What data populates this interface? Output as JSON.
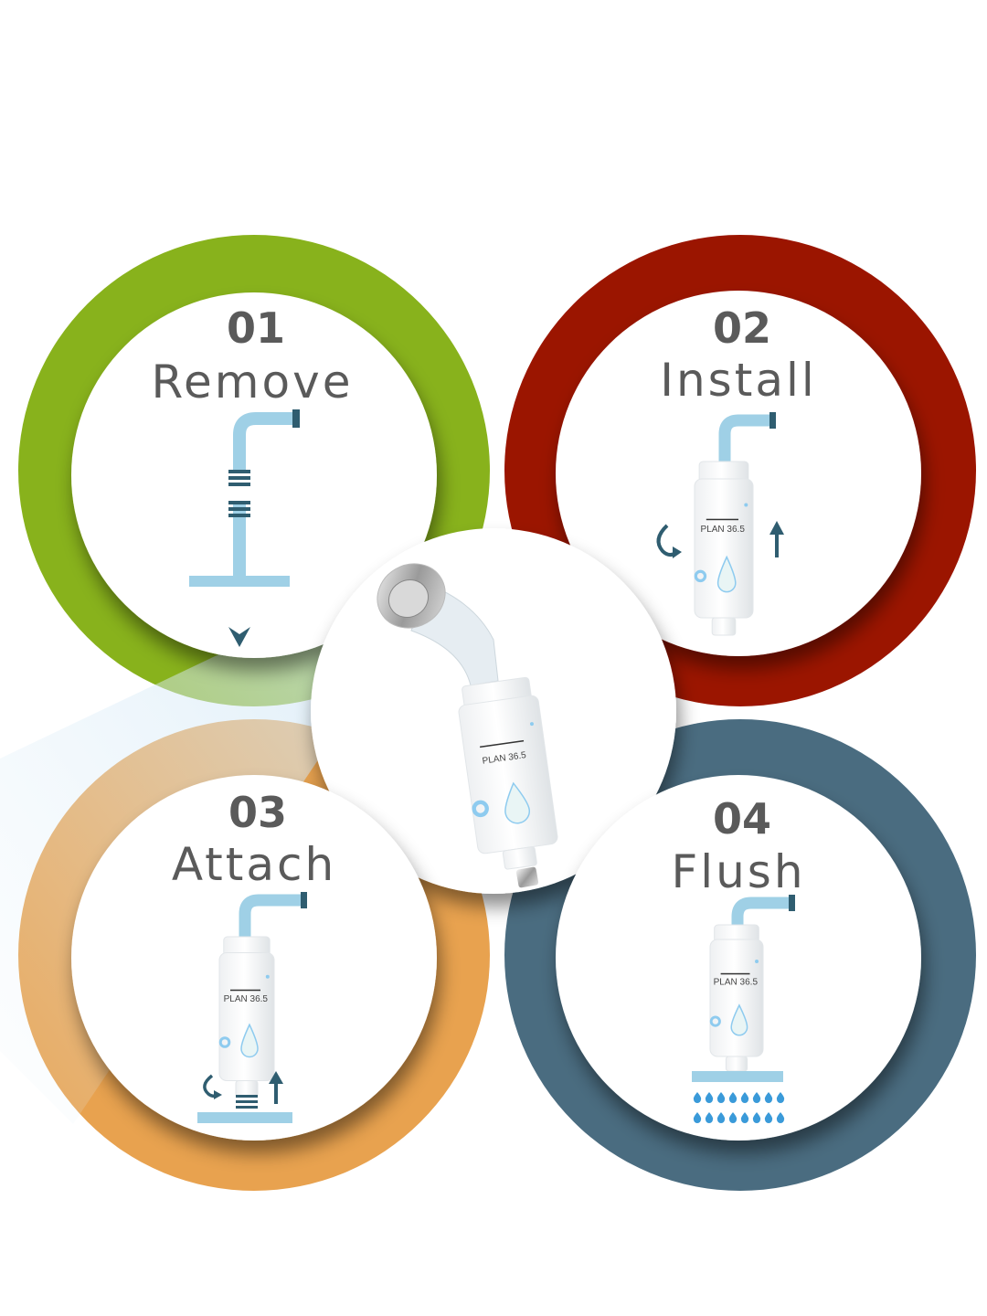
{
  "brand": "PLAN 36.5",
  "colors": {
    "step1": "#88b21c",
    "step2": "#9b1500",
    "step3": "#e8a24f",
    "step4": "#4a6c80",
    "pipe": "#9fd0e6",
    "pipe_cap": "#2f5d70",
    "text": "#5a5a5a"
  },
  "steps": [
    {
      "number": "01",
      "label": "Remove",
      "icons": [
        "pipe-icon",
        "connector-icon",
        "arrow-down-icon"
      ]
    },
    {
      "number": "02",
      "label": "Install",
      "icons": [
        "pipe-icon",
        "filter-icon",
        "rotate-icon",
        "arrow-up-icon"
      ]
    },
    {
      "number": "03",
      "label": "Attach",
      "icons": [
        "pipe-icon",
        "filter-icon",
        "rotate-icon",
        "arrow-up-icon"
      ]
    },
    {
      "number": "04",
      "label": "Flush",
      "icons": [
        "pipe-icon",
        "filter-icon",
        "water-drops-icon"
      ]
    }
  ],
  "center": {
    "icons": [
      "shower-head-icon",
      "filter-icon",
      "water-spray-icon"
    ]
  }
}
